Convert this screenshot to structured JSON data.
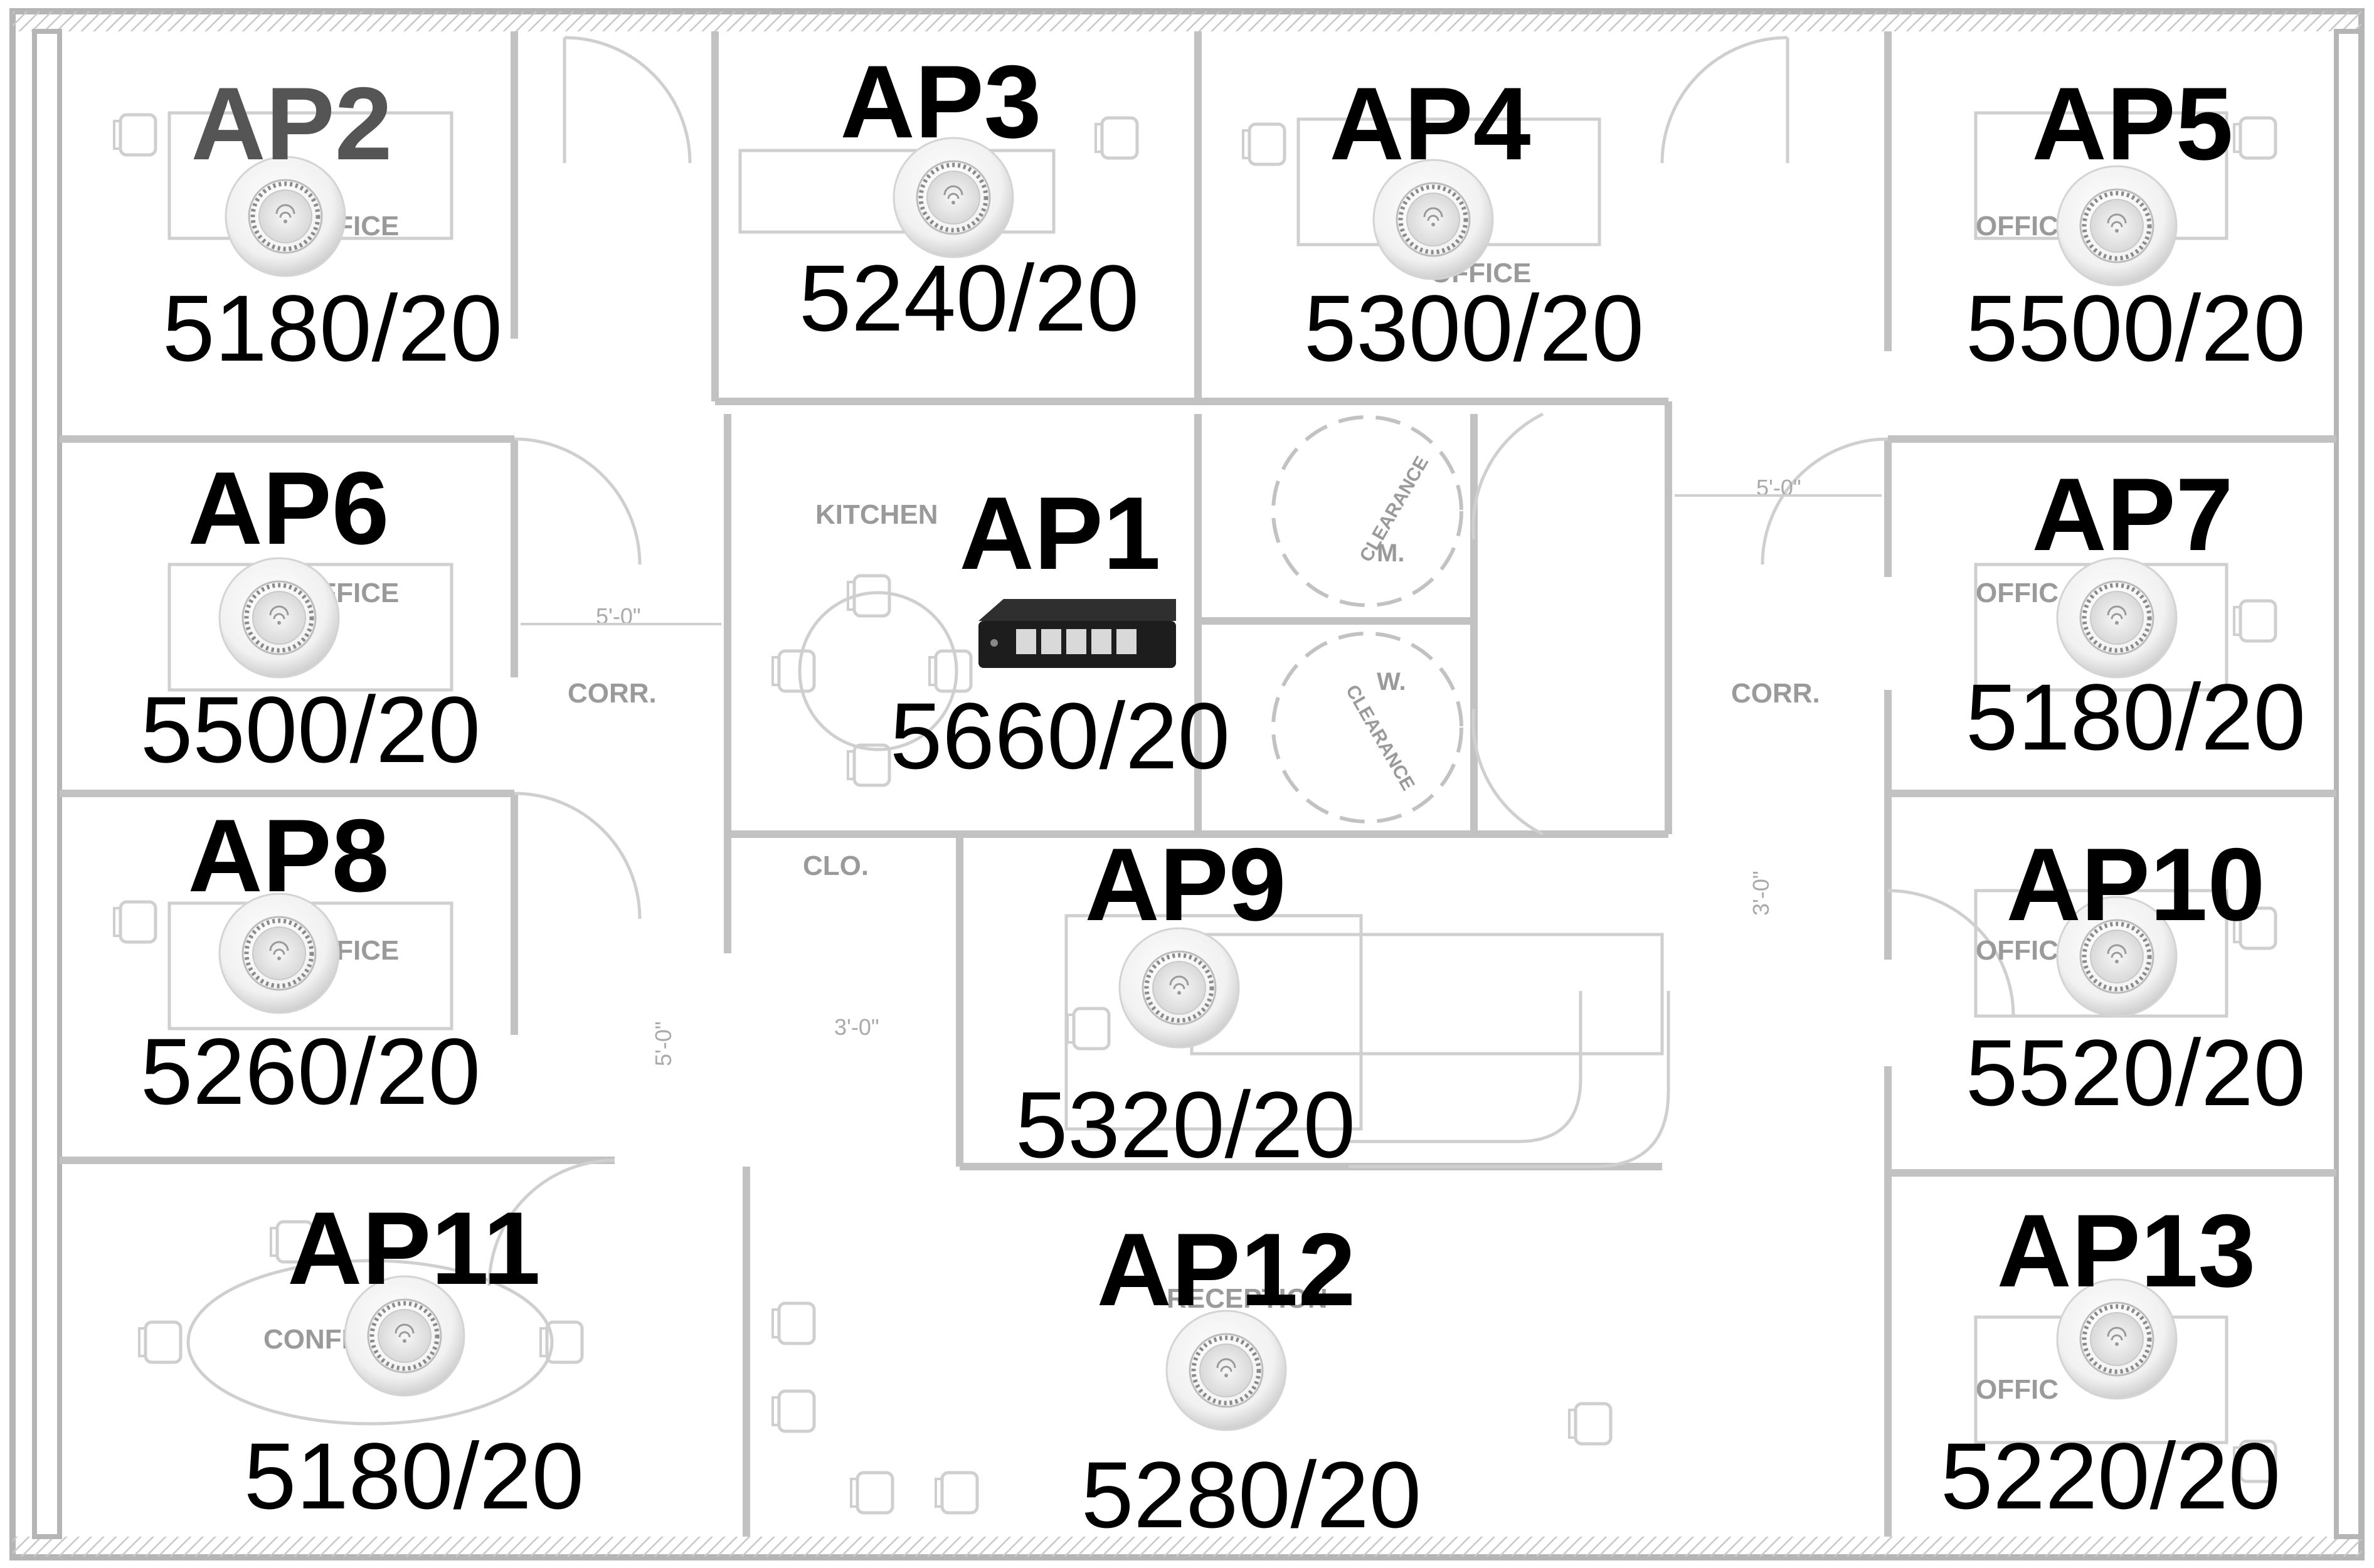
{
  "floorplan": {
    "room_labels": {
      "office": "OFFICE",
      "offic": "OFFIC",
      "kitchen": "KITCHEN",
      "corr": "CORR.",
      "clo": "CLO.",
      "m": "M.",
      "w": "W.",
      "clearance": "CLEARANCE",
      "conference": "CONFERENCE",
      "reception": "RECEPTION"
    },
    "dimensions": {
      "five_zero": "5'-0\"",
      "three_four": "3'-0\""
    }
  },
  "devices": [
    {
      "id": "ap1",
      "name": "AP1",
      "freq": "5660/20",
      "type": "router"
    },
    {
      "id": "ap2",
      "name": "AP2",
      "freq": "5180/20",
      "type": "ceiling-ap",
      "name_color": "#555555"
    },
    {
      "id": "ap3",
      "name": "AP3",
      "freq": "5240/20",
      "type": "ceiling-ap"
    },
    {
      "id": "ap4",
      "name": "AP4",
      "freq": "5300/20",
      "type": "ceiling-ap"
    },
    {
      "id": "ap5",
      "name": "AP5",
      "freq": "5500/20",
      "type": "ceiling-ap"
    },
    {
      "id": "ap6",
      "name": "AP6",
      "freq": "5500/20",
      "type": "ceiling-ap"
    },
    {
      "id": "ap7",
      "name": "AP7",
      "freq": "5180/20",
      "type": "ceiling-ap"
    },
    {
      "id": "ap8",
      "name": "AP8",
      "freq": "5260/20",
      "type": "ceiling-ap"
    },
    {
      "id": "ap9",
      "name": "AP9",
      "freq": "5320/20",
      "type": "ceiling-ap"
    },
    {
      "id": "ap10",
      "name": "AP10",
      "freq": "5520/20",
      "type": "ceiling-ap"
    },
    {
      "id": "ap11",
      "name": "AP11",
      "freq": "5180/20",
      "type": "ceiling-ap"
    },
    {
      "id": "ap12",
      "name": "AP12",
      "freq": "5280/20",
      "type": "ceiling-ap"
    },
    {
      "id": "ap13",
      "name": "AP13",
      "freq": "5220/20",
      "type": "ceiling-ap"
    }
  ],
  "colors": {
    "wall": "#b0b0b0",
    "fixture": "#c8c8c8",
    "label": "#000000"
  }
}
